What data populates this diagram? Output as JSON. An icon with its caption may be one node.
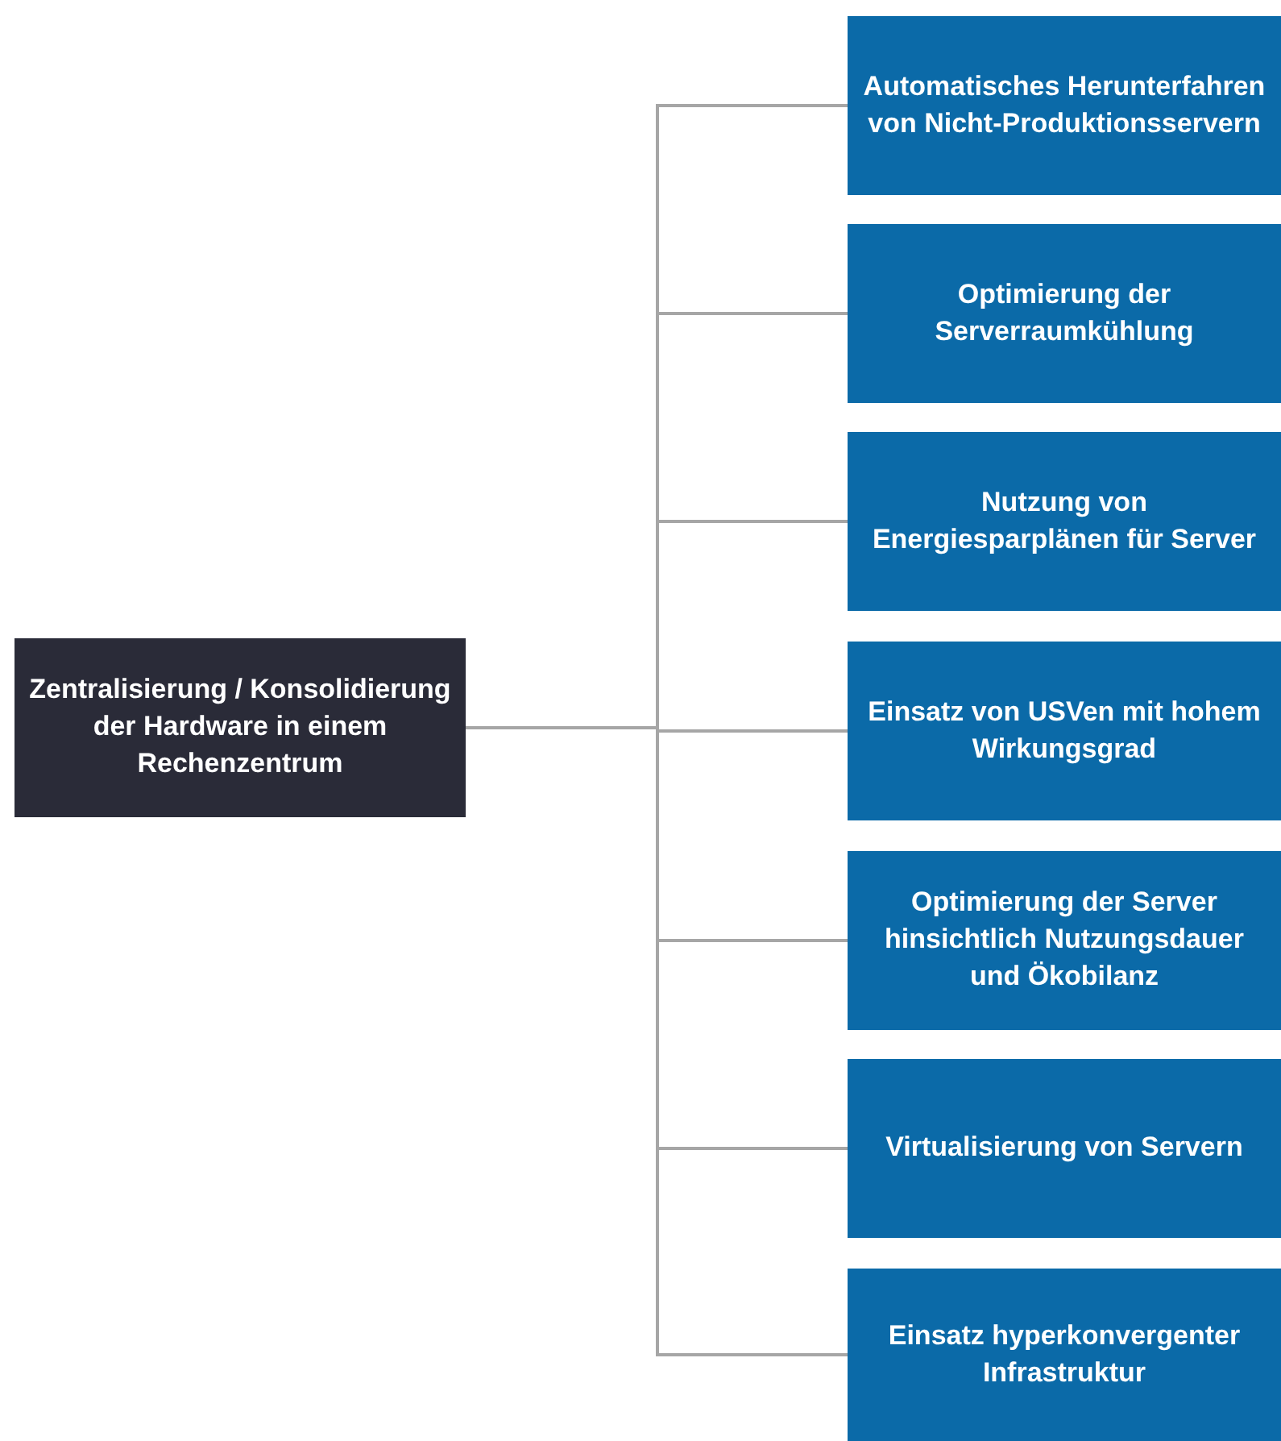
{
  "diagram": {
    "nodes": [
      {
        "text": [
          "Zentralisierung / Konsolidierung der Hardware in einem Rechenzentrum"
        ]
      },
      {
        "text": [
          "Automatisches Herunterfahren von Nicht-Produktionsservern"
        ]
      },
      {
        "text": [
          "Optimierung der Serverraumkühlung"
        ]
      },
      {
        "text": [
          "Nutzung von Energiesparplänen für Server"
        ]
      },
      {
        "text": [
          "Einsatz von USVen mit hohem Wirkungsgrad"
        ]
      },
      {
        "text": [
          "Optimierung der Server hinsichtlich Nutzungsdauer und Ökobilanz"
        ]
      },
      {
        "text": [
          "Virtualisierung von Servern"
        ]
      },
      {
        "text": [
          "Einsatz hyperkonvergenter Infrastruktur"
        ]
      }
    ],
    "edges": [
      {
        "from": 0,
        "to": 1,
        "arrow": "none"
      },
      {
        "from": 0,
        "to": 2,
        "arrow": "none"
      },
      {
        "from": 0,
        "to": 3,
        "arrow": "none"
      },
      {
        "from": 0,
        "to": 4,
        "arrow": "none"
      },
      {
        "from": 0,
        "to": 5,
        "arrow": "none"
      },
      {
        "from": 0,
        "to": 6,
        "arrow": "none"
      },
      {
        "from": 0,
        "to": 7,
        "arrow": "none"
      }
    ]
  }
}
